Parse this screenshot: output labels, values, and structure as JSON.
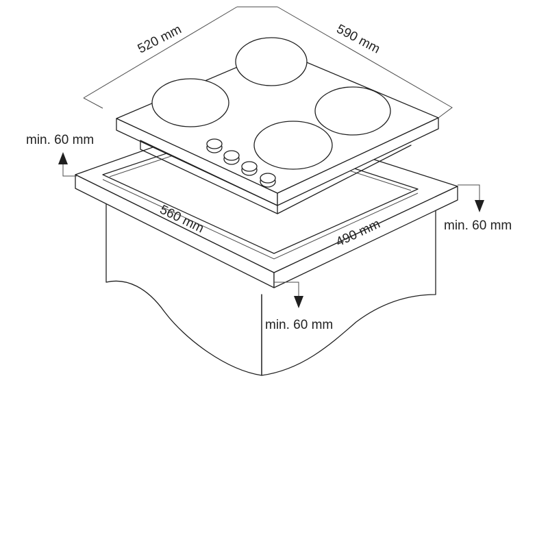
{
  "dimensions": {
    "hob_depth": "520 mm",
    "hob_width": "590 mm",
    "cutout_width": "560 mm",
    "cutout_depth": "490 mm",
    "clearance_back": "min. 60 mm",
    "clearance_right": "min. 60 mm",
    "clearance_front": "min. 60 mm"
  },
  "colors": {
    "line": "#1f1f1f",
    "background": "#ffffff"
  }
}
